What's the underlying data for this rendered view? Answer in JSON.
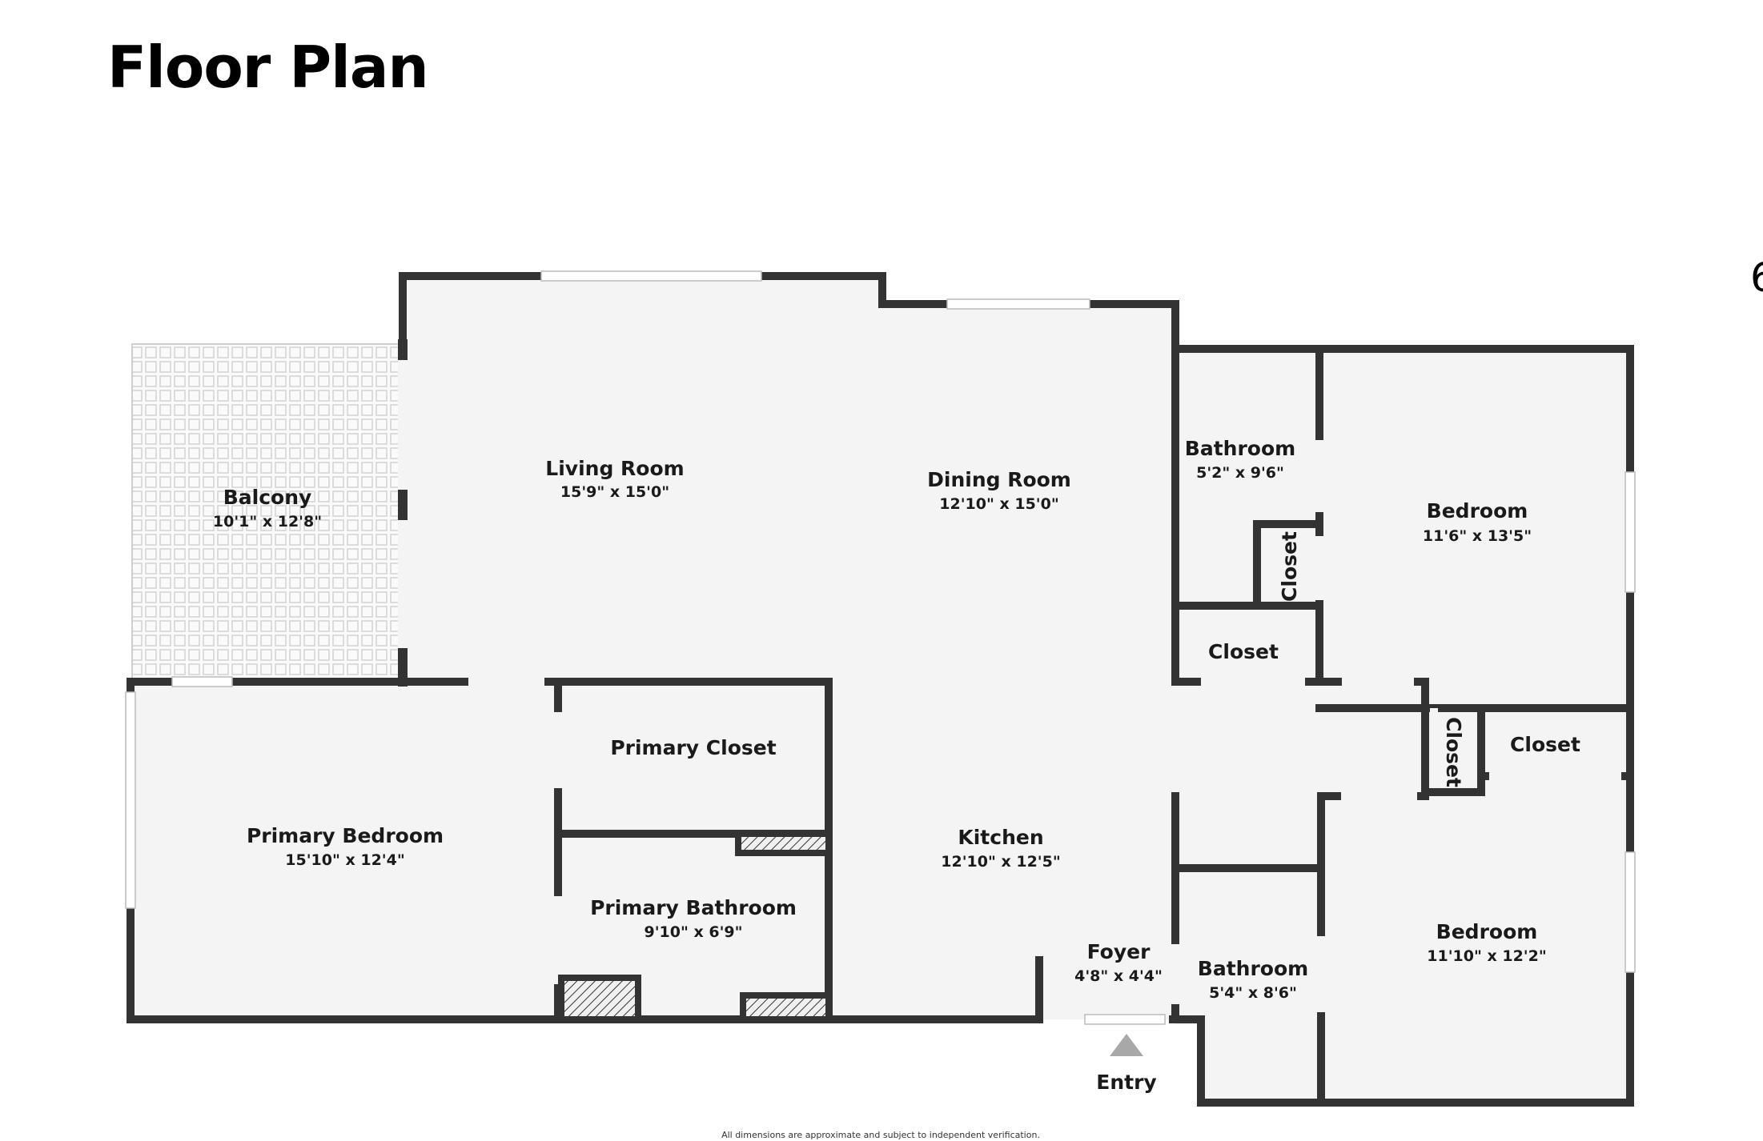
{
  "title": "Floor Plan",
  "disclaimer": "All dimensions are approximate and subject to independent verification.",
  "edge_mark": "6",
  "entry_label": "Entry",
  "colors": {
    "wall": "#333333",
    "floor": "#f4f4f4",
    "balcony_tile": "#dcdcdc",
    "arrow": "#a8a8a8"
  },
  "rooms": {
    "balcony": {
      "name": "Balcony",
      "dim": "10'1\" x 12'8\""
    },
    "living_room": {
      "name": "Living Room",
      "dim": "15'9\" x 15'0\""
    },
    "dining_room": {
      "name": "Dining Room",
      "dim": "12'10\" x 15'0\""
    },
    "bathroom_1": {
      "name": "Bathroom",
      "dim": "5'2\" x 9'6\""
    },
    "closet_vertical_1": {
      "name": "Closet"
    },
    "bedroom_1": {
      "name": "Bedroom",
      "dim": "11'6\" x 13'5\""
    },
    "closet_hall": {
      "name": "Closet"
    },
    "primary_bedroom": {
      "name": "Primary Bedroom",
      "dim": "15'10\" x 12'4\""
    },
    "primary_closet": {
      "name": "Primary Closet"
    },
    "primary_bathroom": {
      "name": "Primary Bathroom",
      "dim": "9'10\" x 6'9\""
    },
    "kitchen": {
      "name": "Kitchen",
      "dim": "12'10\" x 12'5\""
    },
    "closet_vertical_2": {
      "name": "Closet"
    },
    "closet_bedroom_2": {
      "name": "Closet"
    },
    "foyer": {
      "name": "Foyer",
      "dim": "4'8\" x 4'4\""
    },
    "bathroom_2": {
      "name": "Bathroom",
      "dim": "5'4\" x 8'6\""
    },
    "bedroom_2": {
      "name": "Bedroom",
      "dim": "11'10\" x 12'2\""
    }
  }
}
